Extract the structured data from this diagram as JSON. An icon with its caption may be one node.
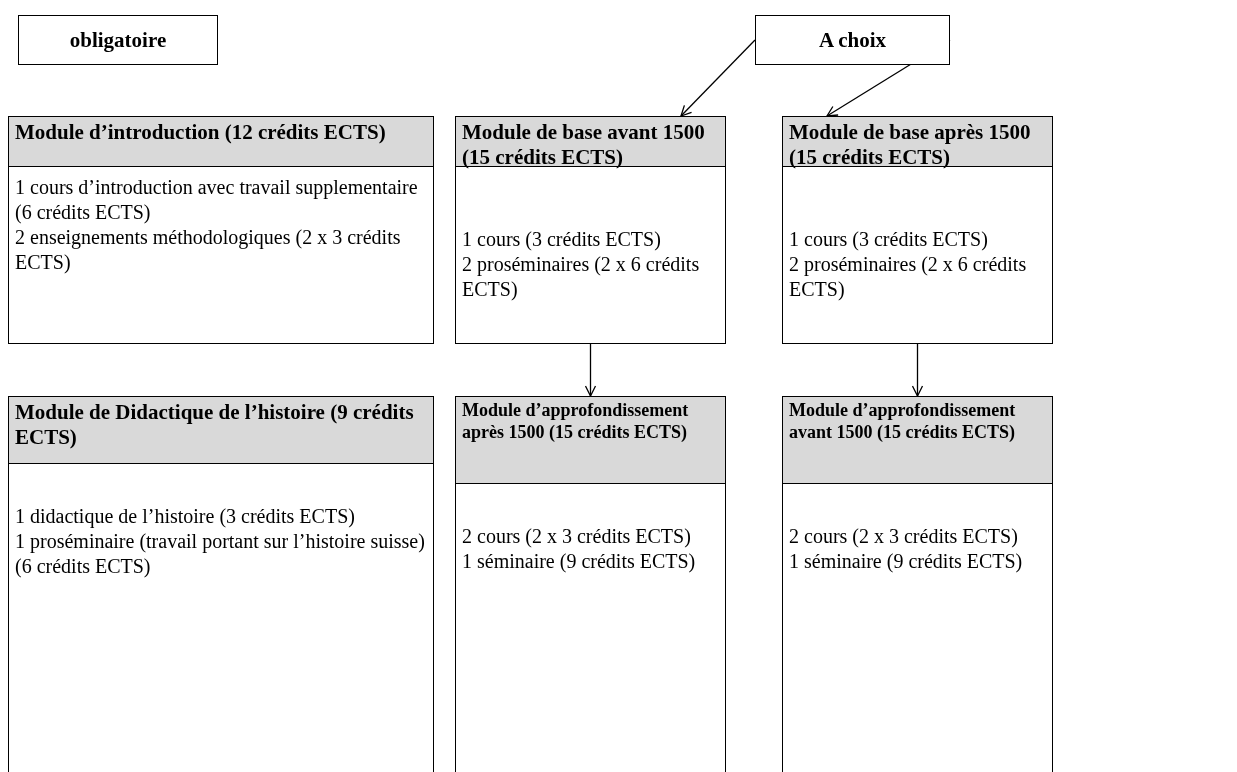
{
  "diagram": {
    "nodes": [
      {
        "text": [
          "obligatoire"
        ]
      },
      {
        "text": [
          "A choix"
        ]
      },
      {
        "text": [
          "Module d’introduction (12 crédits ECTS)",
          "1 cours d’introduction avec travail supplementaire (6 crédits ECTS)",
          "2 enseignements méthodologiques (2 x 3 crédits ECTS)"
        ]
      },
      {
        "text": [
          "Module de base avant 1500 (15 crédits ECTS)",
          "1 cours (3 crédits ECTS)",
          "2 proséminaires (2 x 6 crédits ECTS)"
        ]
      },
      {
        "text": [
          "Module de base après 1500 (15 crédits ECTS)",
          "1 cours (3 crédits ECTS)",
          "2 proséminaires (2 x 6 crédits ECTS)"
        ]
      },
      {
        "text": [
          "Module de Didactique de l’histoire (9 crédits ECTS)",
          "1 didactique de l’histoire (3 crédits ECTS)",
          "1 proséminaire (travail portant sur l’histoire suisse) (6 crédits ECTS)"
        ]
      },
      {
        "text": [
          "Module d’approfondissement après 1500 (15 crédits ECTS)",
          "2 cours (2 x 3 crédits ECTS)",
          "1 séminaire (9 crédits ECTS)"
        ]
      },
      {
        "text": [
          "Module d’approfondissement avant 1500 (15 crédits ECTS)",
          "2 cours (2 x 3 crédits ECTS)",
          "1 séminaire (9 crédits ECTS)"
        ]
      }
    ],
    "edges": [
      {
        "from": 1,
        "to": 3,
        "arrow": "to"
      },
      {
        "from": 1,
        "to": 4,
        "arrow": "to"
      },
      {
        "from": 3,
        "to": 6,
        "arrow": "to"
      },
      {
        "from": 4,
        "to": 7,
        "arrow": "to"
      }
    ]
  }
}
